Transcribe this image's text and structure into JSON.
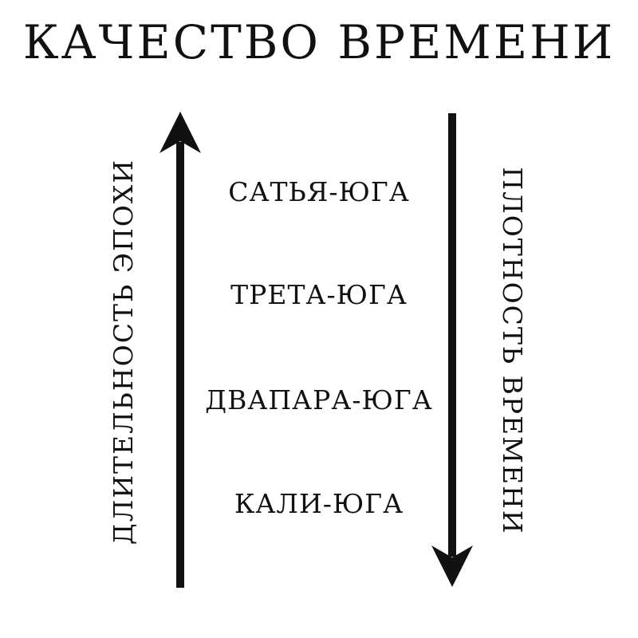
{
  "title": "КАЧЕСТВО ВРЕМЕНИ",
  "eras": [
    "САТЬЯ-ЮГА",
    "ТРЕТА-ЮГА",
    "ДВАПАРА-ЮГА",
    "КАЛИ-ЮГА"
  ],
  "left_axis_label": "ДЛИТЕЛЬНОСТЬ ЭПОХИ",
  "right_axis_label": "ПЛОТНОСТЬ ВРЕМЕНИ",
  "colors": {
    "ink": "#111111",
    "background": "#ffffff"
  }
}
